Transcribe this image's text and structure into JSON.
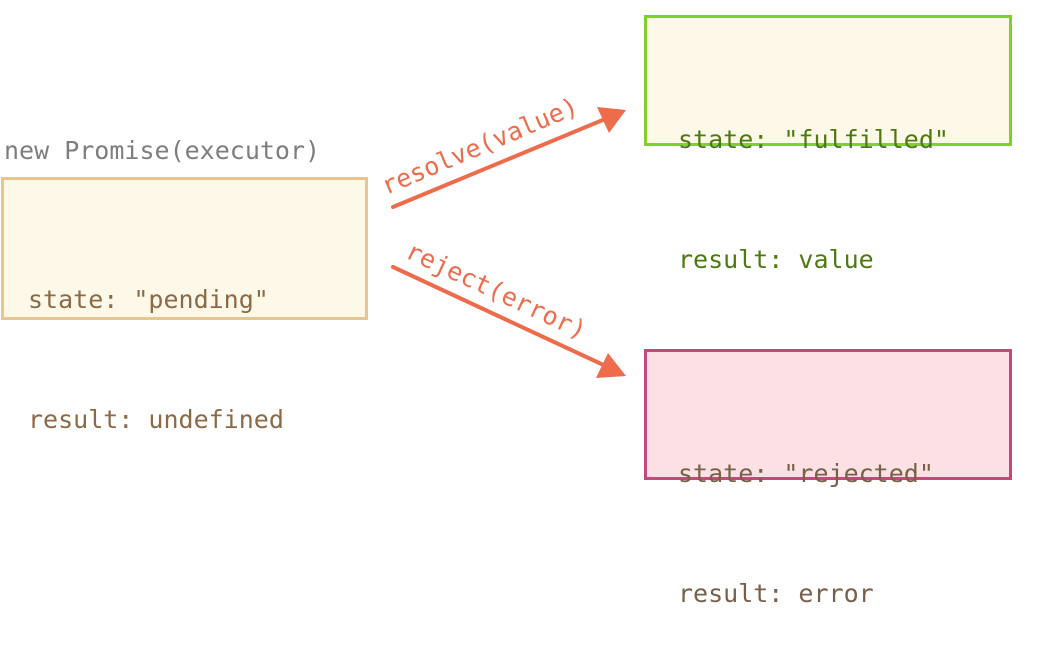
{
  "caption": "new Promise(executor)",
  "pending": {
    "state_line": "state: \"pending\"",
    "result_line": "result: undefined"
  },
  "fulfilled": {
    "state_line": "state: \"fulfilled\"",
    "result_line": "result: value"
  },
  "rejected": {
    "state_line": "state: \"rejected\"",
    "result_line": "result: error"
  },
  "transitions": {
    "resolve_label": "resolve(value)",
    "reject_label": "reject(error)"
  },
  "colors": {
    "pending_border": "#e8c48f",
    "pending_fill": "#fef8e8",
    "pending_text": "#8c6a45",
    "fulfilled_border": "#80d12a",
    "fulfilled_fill": "#fef8e8",
    "fulfilled_text": "#4c7a10",
    "rejected_border": "#c4497a",
    "rejected_fill": "#fde0e3",
    "rejected_text": "#7a6048",
    "arrow": "#ec6c4c"
  }
}
